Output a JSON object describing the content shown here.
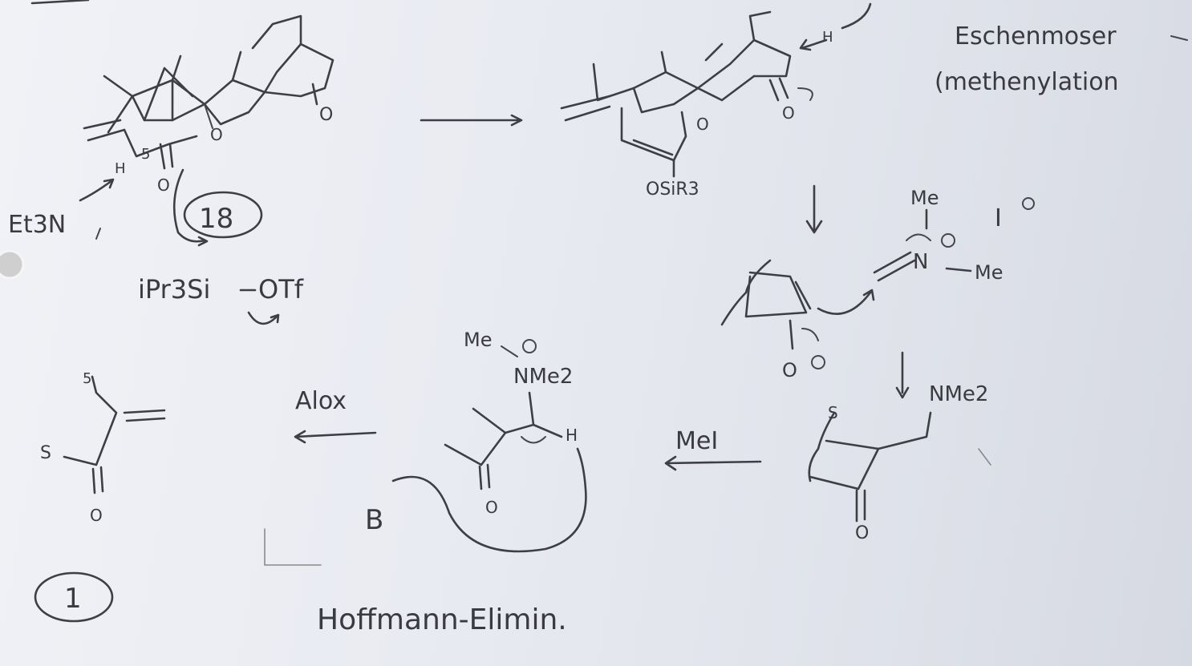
{
  "labels": {
    "reaction_name": "Eschenmoser",
    "reaction_subtitle": "(methenylation",
    "base": "Et3N",
    "compound_number": "18",
    "silylating_agent_si": "iPr3Si",
    "silylating_agent_otf": "OTf",
    "silyl_ether": "OSiR3",
    "proton_top": "H",
    "proton_left": "H",
    "alpha_label": "5",
    "iodide": "I",
    "eschenmoser_me_top": "Me",
    "eschenmoser_me_right": "Me",
    "eschenmoser_n": "N",
    "enolate_o": "O",
    "mannich_amine": "NMe2",
    "quat_me": "Me",
    "quat_nme2": "NMe2",
    "methylation_reagent": "MeI",
    "alumina": "Alox",
    "base_b": "B",
    "beta_h": "H",
    "elimination_name": "Hoffmann-Elimin.",
    "product_number": "1",
    "product_s": "S",
    "product_alpha": "5",
    "mannich_s": "S",
    "oxygen": "O"
  }
}
